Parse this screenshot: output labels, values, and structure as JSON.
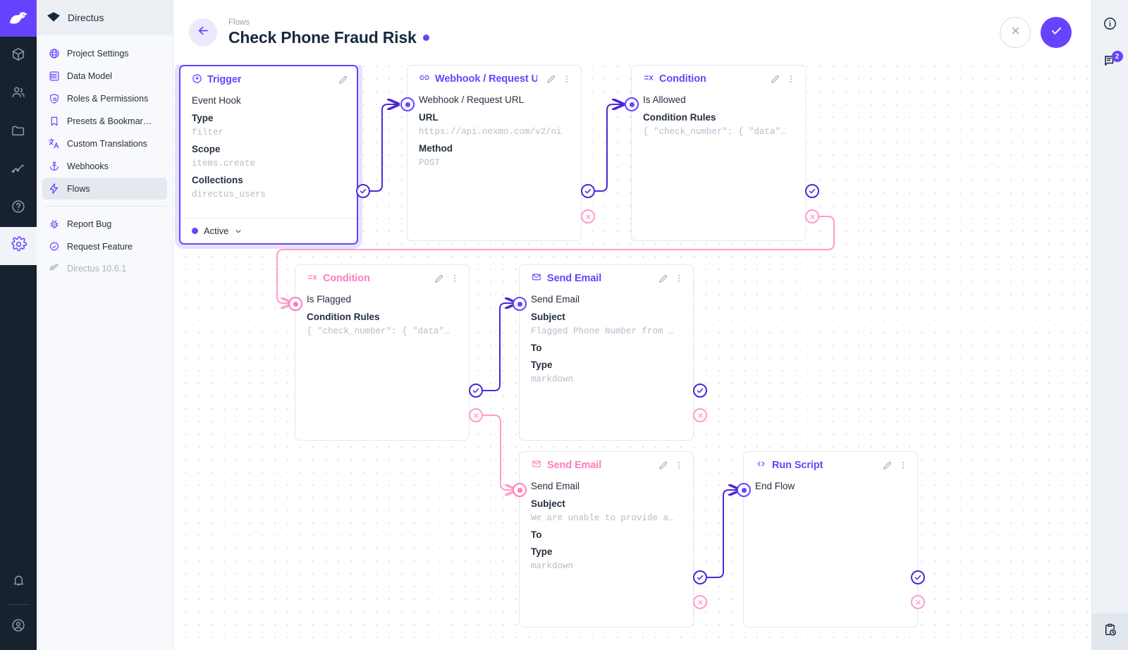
{
  "brand": {
    "name": "Directus",
    "accent": "#6644ff",
    "accent_pink": "#ff7bbd",
    "logo_icon": "directus-rabbit-logo"
  },
  "rail": {
    "items": [
      {
        "name": "content-module",
        "icon": "box-icon"
      },
      {
        "name": "users-module",
        "icon": "people-icon"
      },
      {
        "name": "files-module",
        "icon": "folder-icon"
      },
      {
        "name": "insights-module",
        "icon": "insights-icon"
      },
      {
        "name": "help-module",
        "icon": "question-circle-icon"
      },
      {
        "name": "settings-module",
        "icon": "gear-icon"
      }
    ],
    "bottom": [
      {
        "name": "notifications",
        "icon": "bell-icon"
      },
      {
        "name": "account",
        "icon": "user-circle-icon"
      }
    ]
  },
  "sidebar": {
    "header": "Directus",
    "items": [
      {
        "label": "Project Settings",
        "icon": "globe-icon",
        "active": false
      },
      {
        "label": "Data Model",
        "icon": "list-box-icon",
        "active": false
      },
      {
        "label": "Roles & Permissions",
        "icon": "shield-icon",
        "active": false
      },
      {
        "label": "Presets & Bookmar…",
        "icon": "bookmark-icon",
        "active": false
      },
      {
        "label": "Custom Translations",
        "icon": "translate-icon",
        "active": false
      },
      {
        "label": "Webhooks",
        "icon": "anchor-icon",
        "active": false
      },
      {
        "label": "Flows",
        "icon": "bolt-icon",
        "active": true
      }
    ],
    "secondary": [
      {
        "label": "Report Bug",
        "icon": "bug-icon"
      },
      {
        "label": "Request Feature",
        "icon": "badge-check-icon"
      }
    ],
    "version": "Directus 10.6.1"
  },
  "header": {
    "breadcrumb": "Flows",
    "title": "Check Phone Fraud Risk",
    "status_dot": "unsaved-changes-dot",
    "back_icon": "arrow-left-icon",
    "cancel_icon": "close-icon",
    "save_icon": "check-icon"
  },
  "right_rail": {
    "info_icon": "info-circle-icon",
    "notes_icon": "notes-icon",
    "notes_badge": "2",
    "logs_icon": "clipboard-clock-icon"
  },
  "flow": {
    "nodes": [
      {
        "id": "trigger",
        "type_label": "Trigger",
        "type_icon": "trigger-icon",
        "accent": "purple",
        "selected": true,
        "name": "Event Hook",
        "fields": [
          {
            "label": "Type",
            "value": "filter"
          },
          {
            "label": "Scope",
            "value": "items.create"
          },
          {
            "label": "Collections",
            "value": "directus_users"
          }
        ],
        "footer": {
          "status": "Active",
          "chevron": "chevron-down-icon"
        },
        "ports": {
          "resolve": true,
          "reject": false,
          "input": false
        }
      },
      {
        "id": "webhook",
        "type_label": "Webhook / Request U",
        "type_icon": "link-icon",
        "accent": "purple",
        "selected": false,
        "name": "Webhook / Request URL",
        "fields": [
          {
            "label": "URL",
            "value": "https://api.nexmo.com/v2/ni"
          },
          {
            "label": "Method",
            "value": "POST"
          }
        ],
        "ports": {
          "resolve": true,
          "reject": true,
          "input": true
        }
      },
      {
        "id": "condition-allowed",
        "type_label": "Condition",
        "type_icon": "condition-icon",
        "accent": "purple",
        "selected": false,
        "name": "Is Allowed",
        "fields": [
          {
            "label": "Condition Rules",
            "value": "{ \"check_number\": { \"data\"…"
          }
        ],
        "ports": {
          "resolve": true,
          "reject": true,
          "input": true
        }
      },
      {
        "id": "condition-flagged",
        "type_label": "Condition",
        "type_icon": "condition-icon",
        "accent": "pink",
        "selected": false,
        "name": "Is Flagged",
        "fields": [
          {
            "label": "Condition Rules",
            "value": "{ \"check_number\": { \"data\"…"
          }
        ],
        "ports": {
          "resolve": true,
          "reject": true,
          "input": true
        }
      },
      {
        "id": "send-email-flagged",
        "type_label": "Send Email",
        "type_icon": "envelope-icon",
        "accent": "purple",
        "selected": false,
        "name": "Send Email",
        "fields": [
          {
            "label": "Subject",
            "value": "Flagged Phone Number from …"
          },
          {
            "label": "To",
            "value": ""
          },
          {
            "label": "Type",
            "value": "markdown"
          }
        ],
        "ports": {
          "resolve": true,
          "reject": true,
          "input": true
        }
      },
      {
        "id": "send-email-unable",
        "type_label": "Send Email",
        "type_icon": "envelope-icon",
        "accent": "pink",
        "selected": false,
        "name": "Send Email",
        "fields": [
          {
            "label": "Subject",
            "value": "We are unable to provide a…"
          },
          {
            "label": "To",
            "value": ""
          },
          {
            "label": "Type",
            "value": "markdown"
          }
        ],
        "ports": {
          "resolve": true,
          "reject": true,
          "input": true
        }
      },
      {
        "id": "run-script",
        "type_label": "Run Script",
        "type_icon": "code-icon",
        "accent": "purple",
        "selected": false,
        "name": "End Flow",
        "fields": [],
        "ports": {
          "resolve": true,
          "reject": true,
          "input": true
        }
      }
    ]
  }
}
